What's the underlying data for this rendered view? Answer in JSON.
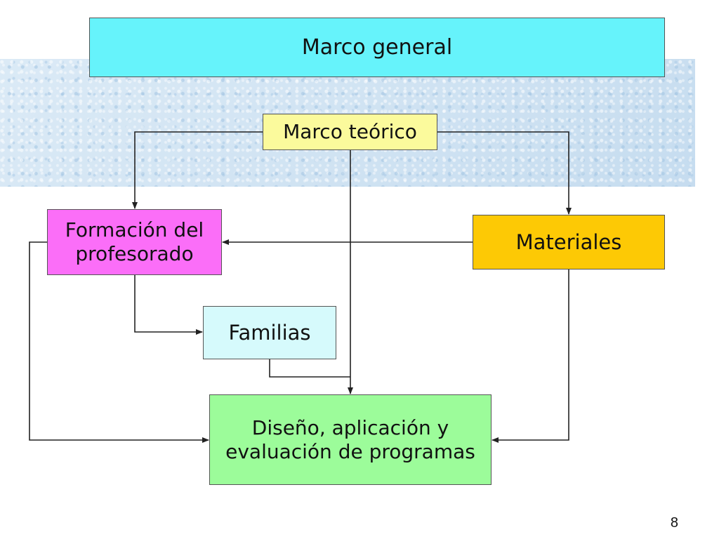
{
  "colors": {
    "marco_general": "#66f3fb",
    "marco_teorico": "#fbfa9c",
    "formacion": "#fb6ef8",
    "materiales": "#fdc905",
    "familias": "#d6fafc",
    "diseno": "#9cfc9a",
    "connector": "#222222"
  },
  "diagram": {
    "boxes": {
      "marco_general": "Marco general",
      "marco_teorico": "Marco teórico",
      "formacion_line1": "Formación del",
      "formacion_line2": "profesorado",
      "materiales": "Materiales",
      "familias": "Familias",
      "diseno_line1": "Diseño, aplicación y",
      "diseno_line2": "evaluación de programas"
    },
    "edges": [
      {
        "from": "Marco teórico",
        "to": "Formación del profesorado"
      },
      {
        "from": "Marco teórico",
        "to": "Materiales"
      },
      {
        "from": "Marco teórico",
        "to": "Diseño, aplicación y evaluación de programas"
      },
      {
        "from": "Materiales",
        "to": "Formación del profesorado"
      },
      {
        "from": "Formación del profesorado",
        "to": "Familias"
      },
      {
        "from": "Familias",
        "to": "Diseño, aplicación y evaluación de programas"
      },
      {
        "from": "Formación del profesorado",
        "to": "Diseño, aplicación y evaluación de programas"
      },
      {
        "from": "Materiales",
        "to": "Diseño, aplicación y evaluación de programas"
      }
    ]
  },
  "page_number": "8"
}
